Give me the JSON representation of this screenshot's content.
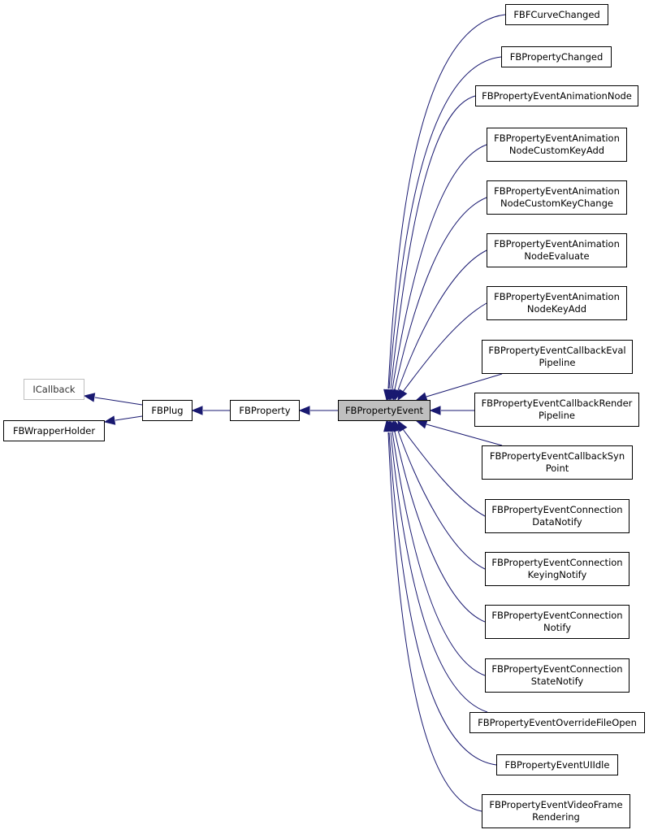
{
  "colors": {
    "edge": "#191970",
    "node_border": "#000000",
    "ghost_border": "#bfbfbf",
    "current_fill": "#bfbfbf"
  },
  "nodes": {
    "icallback": {
      "lines": [
        "ICallback"
      ]
    },
    "fbwrapperholder": {
      "lines": [
        "FBWrapperHolder"
      ]
    },
    "fbplug": {
      "lines": [
        "FBPlug"
      ]
    },
    "fbproperty": {
      "lines": [
        "FBProperty"
      ]
    },
    "fbpropertyevent": {
      "lines": [
        "FBPropertyEvent"
      ]
    },
    "children": [
      {
        "lines": [
          "FBFCurveChanged"
        ]
      },
      {
        "lines": [
          "FBPropertyChanged"
        ]
      },
      {
        "lines": [
          "FBPropertyEventAnimationNode"
        ]
      },
      {
        "lines": [
          "FBPropertyEventAnimation",
          "NodeCustomKeyAdd"
        ]
      },
      {
        "lines": [
          "FBPropertyEventAnimation",
          "NodeCustomKeyChange"
        ]
      },
      {
        "lines": [
          "FBPropertyEventAnimation",
          "NodeEvaluate"
        ]
      },
      {
        "lines": [
          "FBPropertyEventAnimation",
          "NodeKeyAdd"
        ]
      },
      {
        "lines": [
          "FBPropertyEventCallbackEval",
          "Pipeline"
        ]
      },
      {
        "lines": [
          "FBPropertyEventCallbackRender",
          "Pipeline"
        ]
      },
      {
        "lines": [
          "FBPropertyEventCallbackSyn",
          "Point"
        ]
      },
      {
        "lines": [
          "FBPropertyEventConnection",
          "DataNotify"
        ]
      },
      {
        "lines": [
          "FBPropertyEventConnection",
          "KeyingNotify"
        ]
      },
      {
        "lines": [
          "FBPropertyEventConnection",
          "Notify"
        ]
      },
      {
        "lines": [
          "FBPropertyEventConnection",
          "StateNotify"
        ]
      },
      {
        "lines": [
          "FBPropertyEventOverrideFileOpen"
        ]
      },
      {
        "lines": [
          "FBPropertyEventUIIdle"
        ]
      },
      {
        "lines": [
          "FBPropertyEventVideoFrame",
          "Rendering"
        ]
      }
    ]
  }
}
